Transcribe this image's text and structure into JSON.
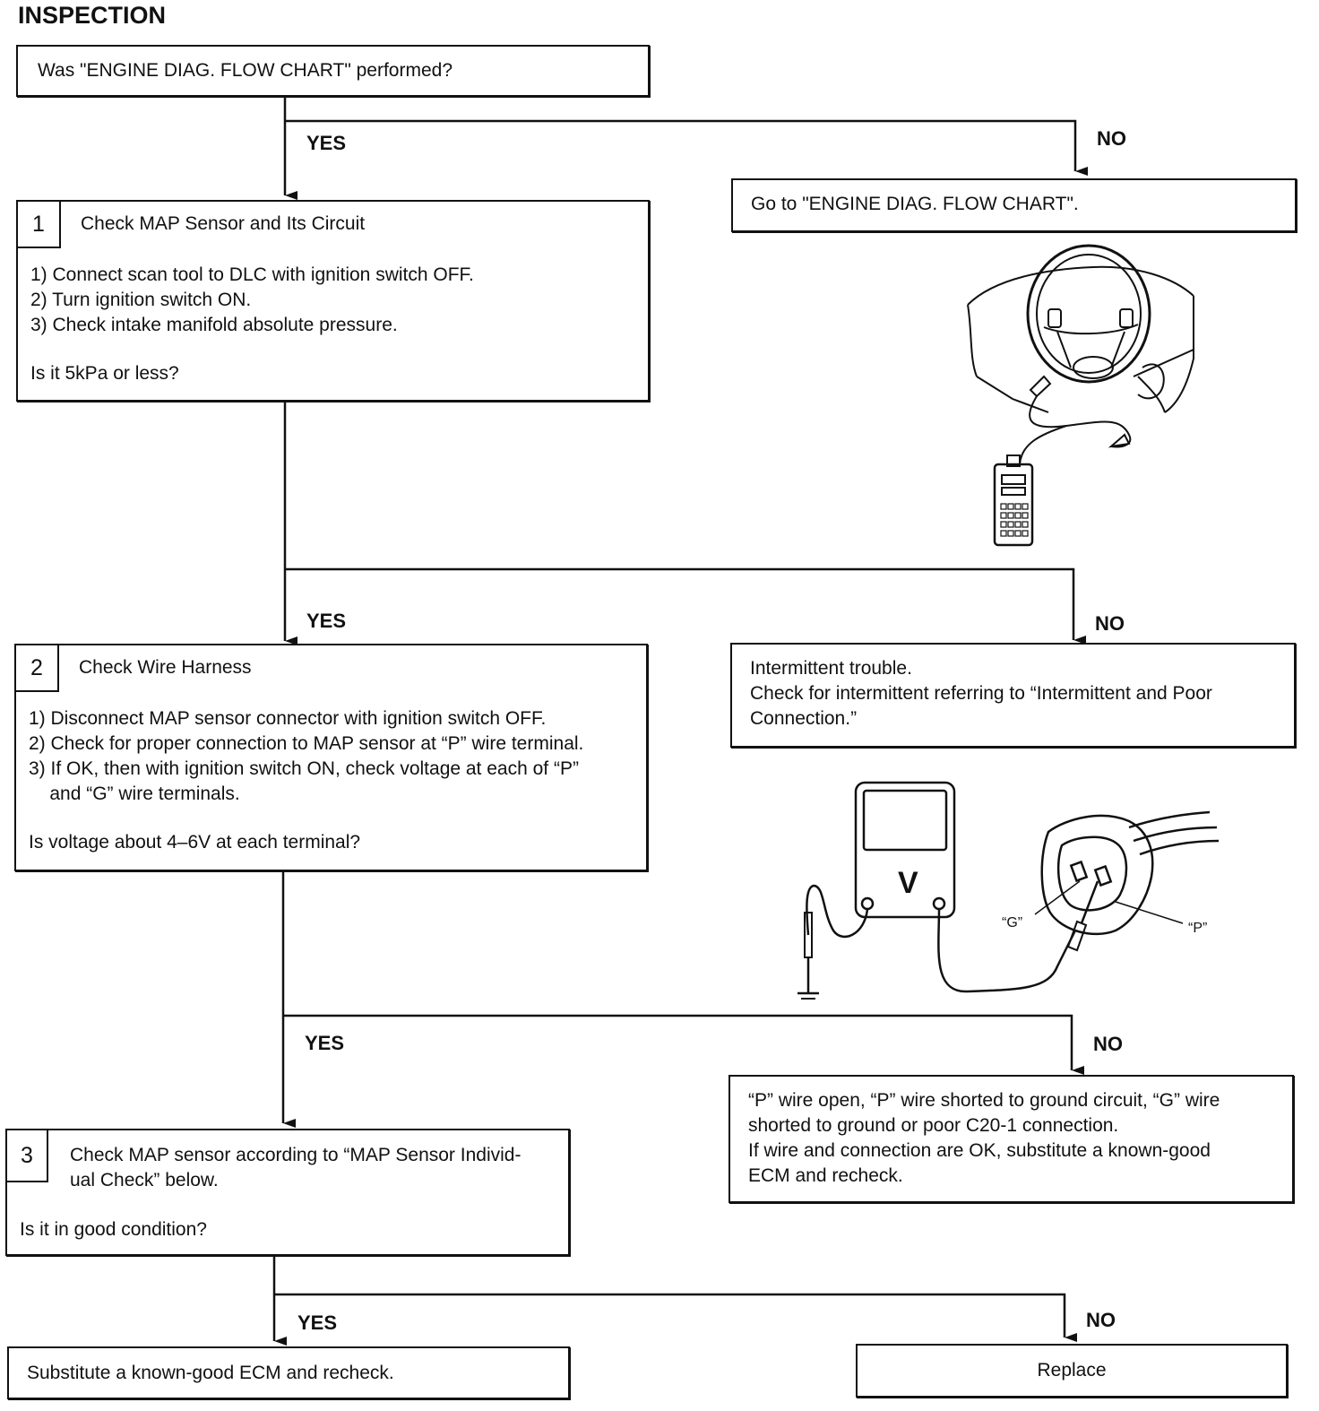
{
  "heading": "INSPECTION",
  "start_question": "Was \"ENGINE DIAG. FLOW CHART\" performed?",
  "branches": {
    "yes": "YES",
    "no": "NO"
  },
  "go_to_flow_chart": "Go to \"ENGINE DIAG. FLOW CHART\".",
  "step1": {
    "number": "1",
    "title": "Check MAP Sensor and Its Circuit",
    "lines": [
      "1) Connect scan tool to DLC with ignition switch OFF.",
      "2) Turn ignition switch ON.",
      "3) Check intake manifold absolute pressure."
    ],
    "question": "Is it 5kPa or less?"
  },
  "step1_no_result": {
    "lines": [
      "Intermittent trouble.",
      "Check for intermittent referring to “Intermittent and Poor",
      "Connection.”"
    ]
  },
  "step2": {
    "number": "2",
    "title": "Check Wire Harness",
    "lines": [
      "1) Disconnect MAP sensor connector with ignition switch OFF.",
      "2) Check for proper connection to MAP sensor at “P” wire terminal.",
      "3) If OK, then with ignition switch ON, check voltage at each of “P”",
      "    and “G” wire terminals."
    ],
    "question": "Is voltage about 4–6V at each terminal?"
  },
  "step2_no_result": {
    "lines": [
      "“P” wire open, “P” wire shorted to ground circuit, “G” wire",
      "shorted to ground or poor C20-1 connection.",
      "If wire and connection are OK, substitute a known-good",
      "ECM and recheck."
    ]
  },
  "step3": {
    "number": "3",
    "title_lines": [
      "Check MAP sensor according to “MAP Sensor Individ-",
      "ual Check” below."
    ],
    "question": "Is it in good condition?"
  },
  "final_yes": "Substitute a known-good ECM and recheck.",
  "final_no": "Replace",
  "voltmeter": {
    "symbol": "V",
    "terminal_g": "“G”",
    "terminal_p": "“P”"
  }
}
